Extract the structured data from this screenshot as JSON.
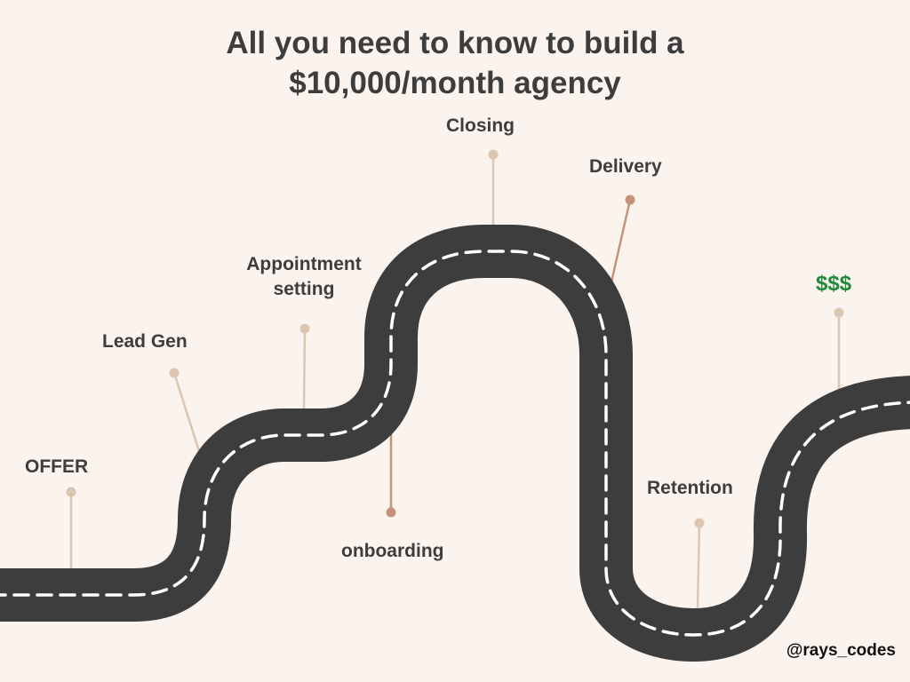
{
  "title": {
    "line1": "All you need to know to build a",
    "line2": "$10,000/month agency"
  },
  "milestones": [
    {
      "label": "OFFER"
    },
    {
      "label": "Lead Gen"
    },
    {
      "label_line1": "Appointment",
      "label_line2": "setting"
    },
    {
      "label": "onboarding"
    },
    {
      "label": "Closing"
    },
    {
      "label": "Delivery"
    },
    {
      "label": "Retention"
    },
    {
      "label": "$$$"
    }
  ],
  "handle": "@rays_codes",
  "colors": {
    "background": "#faf3ee",
    "road": "#3d3d3d",
    "road_marking": "#ffffff",
    "pin_light": "#dcc6b2",
    "pin_dark": "#c4937a",
    "text": "#3d3d3d",
    "money": "#1f8a3a"
  }
}
